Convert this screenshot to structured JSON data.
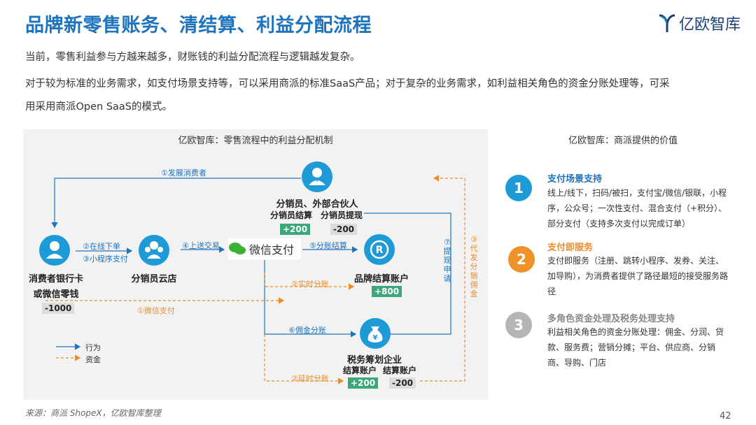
{
  "header": {
    "title": "品牌新零售账务、清结算、利益分配流程",
    "logo_text": "亿欧智库"
  },
  "intro": {
    "line1": "当前，零售利益参与方越来越多，财账钱的利益分配流程与逻辑越发复杂。",
    "line2": "对于较为标准的业务需求，如支付场景支持等，可以采用商派的标准SaaS产品；对于复杂的业务需求，如利益相关角色的资金分账处理等，可采",
    "line3": "用采用商派Open SaaS的模式。"
  },
  "diagram": {
    "title": "亿欧智库：零售流程中的利益分配机制",
    "nodes": {
      "consumer": {
        "label1": "消费者银行卡",
        "label2": "或微信零钱",
        "amount": "-1000"
      },
      "store": {
        "label": "分销员云店"
      },
      "partner": {
        "label": "分销员、外部合伙人",
        "sub1": "分销员结算",
        "sub2": "分销员提现",
        "amount1": "+200",
        "amount2": "-200"
      },
      "wechat": {
        "label": "微信支付"
      },
      "brand": {
        "label": "品牌结算账户",
        "amount": "+800"
      },
      "tax": {
        "label": "税务筹划企业",
        "sub1": "结算账户",
        "sub2": "结算账户",
        "amount1": "+200",
        "amount2": "-200"
      }
    },
    "flows": {
      "f1": "①发展消费者",
      "f2": "②在线下单",
      "f3": "③小程序支付",
      "f4": "④上送交易",
      "f5": "⑤分账结算",
      "f6": "⑥佣金分账",
      "f7": "⑦提现申请",
      "f8": "③代发分销佣金",
      "o1": "②实时分账",
      "o2": "①微信支付",
      "o3": "②延时分账"
    },
    "legend": {
      "behavior": "行为",
      "funds": "资金"
    }
  },
  "value_panel": {
    "title": "亿欧智库：商派提供的价值",
    "items": [
      {
        "num": "1",
        "title": "支付场景支持",
        "desc": "线上/线下，扫码/被扫，支付宝/微信/银联，小程序，公众号；一次性支付、混合支付（+积分）、部分支付（支持多次支付以完成订单）"
      },
      {
        "num": "2",
        "title": "支付即服务",
        "desc": "支付即服务（注册、跳转小程序、发券、关注、加导购），为消费者提供了路径最短的接受服务路径"
      },
      {
        "num": "3",
        "title": "多角色资金处理及税务处理支持",
        "desc": "利益相关角色的资金分账处理：佣金、分润、贷款、服务费；营销分摊；平台、供应商、分销商、导购、门店"
      }
    ]
  },
  "colors": {
    "title_blue": "#1e73be",
    "flow_blue": "#1e73be",
    "flow_orange": "#f08c28",
    "num1": "#1e9bd7",
    "num2": "#f0922a",
    "num3": "#b5b5b5",
    "badge_green": "#3ca77a"
  },
  "footer": {
    "source": "来源：商派 ShopeX，亿欧智库整理",
    "page": "42"
  }
}
